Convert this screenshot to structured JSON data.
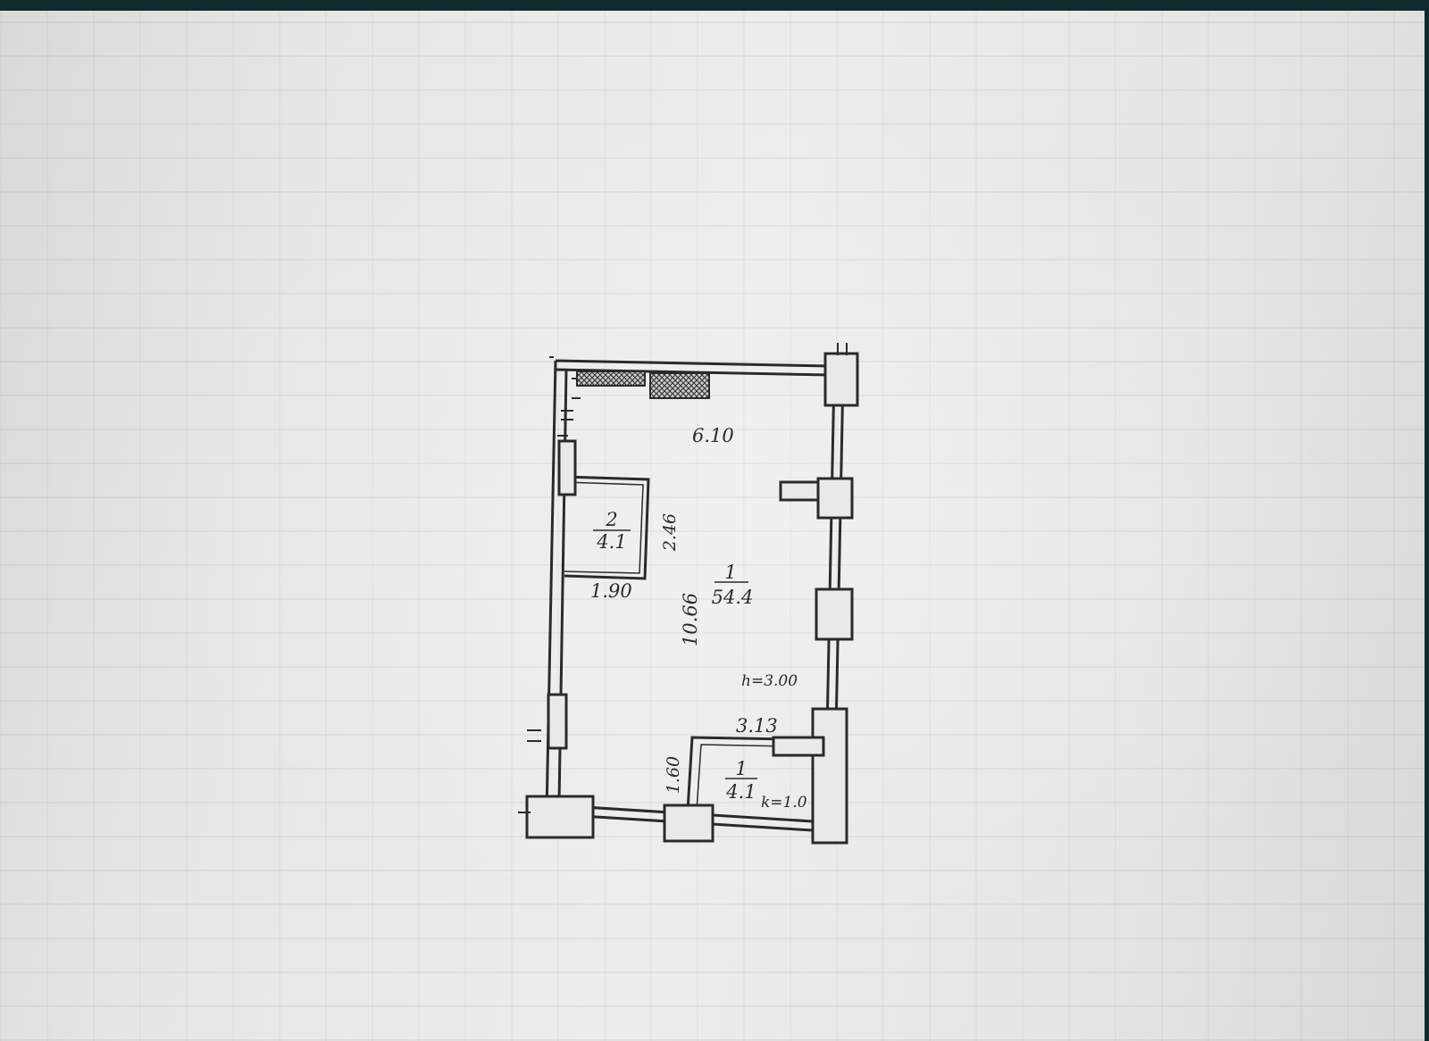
{
  "dimensions": {
    "top_width": "6.10",
    "main_height": "10.66",
    "closet_height": "2.46",
    "closet_width": "1.90",
    "bath_width": "3.13",
    "bath_height": "1.60"
  },
  "rooms": {
    "main": {
      "number": "1",
      "area": "54.4"
    },
    "closet": {
      "number": "2",
      "area": "4.1"
    },
    "bath": {
      "number": "1",
      "area": "4.1"
    }
  },
  "notes": {
    "ceiling_height": "h=3.00",
    "bath_k": "k=1.0"
  },
  "colors": {
    "ink": "#2a2a2a",
    "paper": "#e6e7e3",
    "background": "#0f2a2c"
  }
}
